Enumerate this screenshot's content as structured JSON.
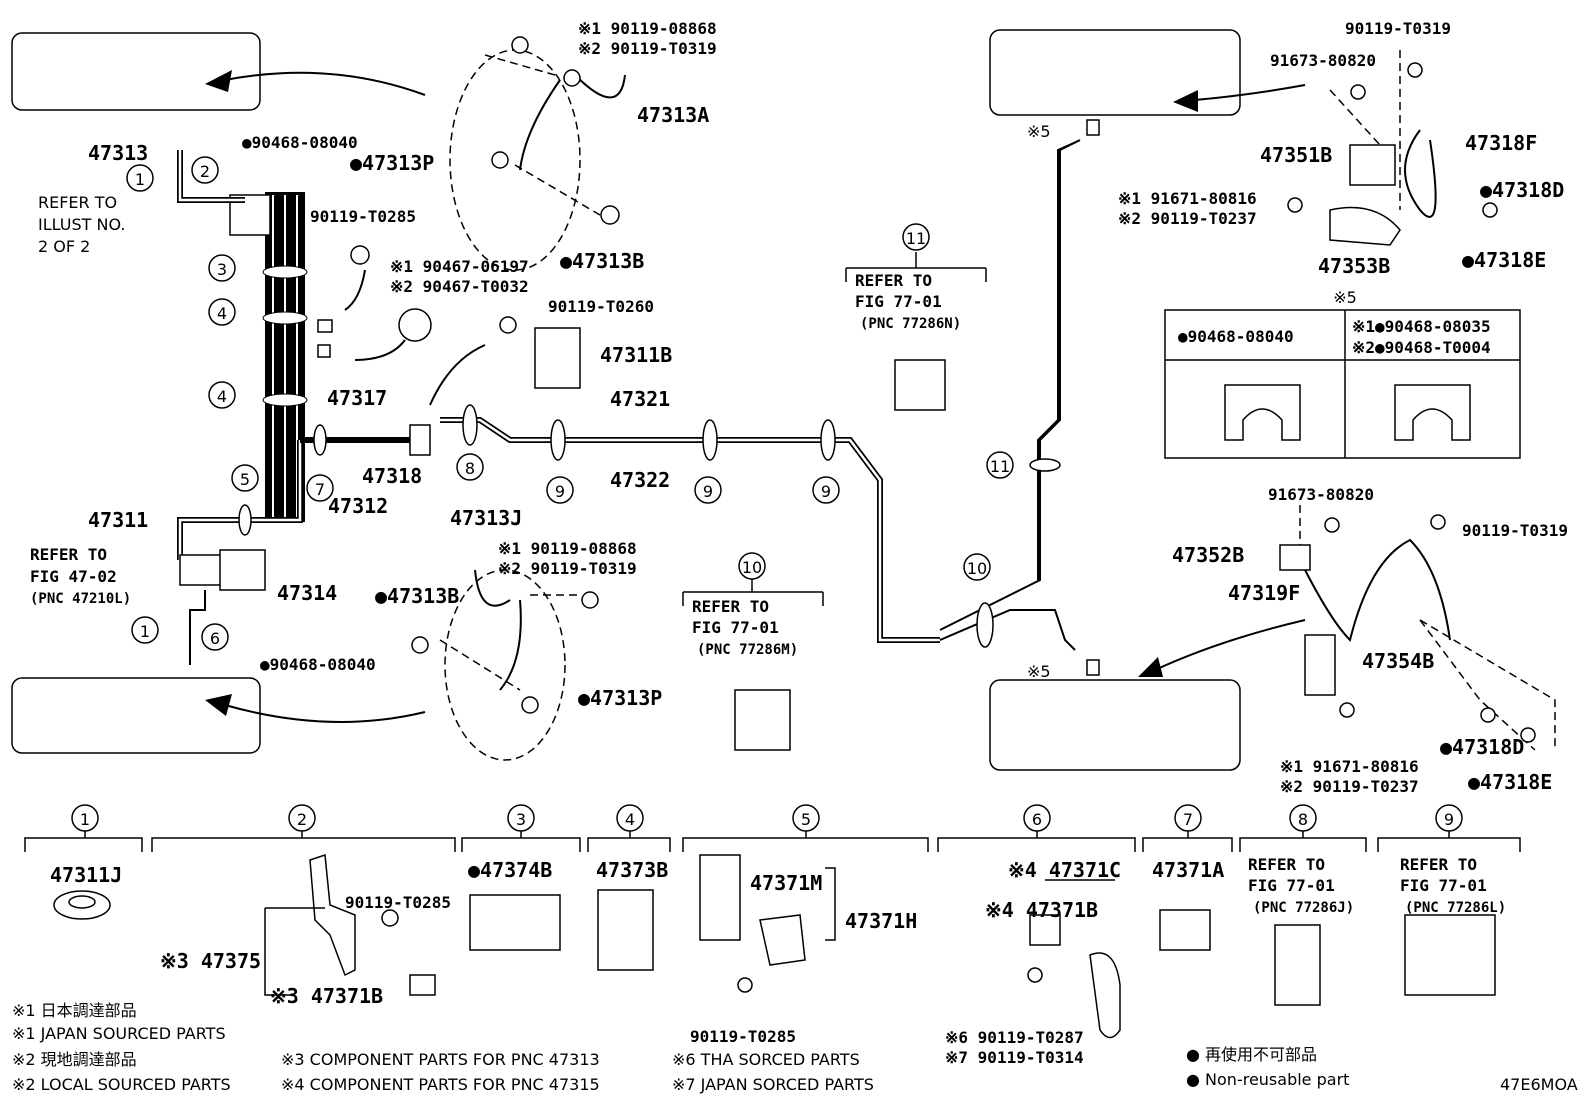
{
  "code": "47E6MOA",
  "parts": {
    "p47313": "47313",
    "p47313A": "47313A",
    "p47313P_top": "●47313P",
    "p47313B_top": "●47313B",
    "p47313J": "47313J",
    "p47313B_bot": "●47313B",
    "p47313P_bot": "●47313P",
    "p47317": "47317",
    "p47318": "47318",
    "p47321": "47321",
    "p47322": "47322",
    "p47311": "47311",
    "p47312": "47312",
    "p47314": "47314",
    "p47311B": "47311B",
    "p47318F": "47318F",
    "p47351B": "47351B",
    "p47318D_top": "●47318D",
    "p47318E_top": "●47318E",
    "p47353B": "47353B",
    "p47352B": "47352B",
    "p47319F": "47319F",
    "p47354B": "47354B",
    "p47318D_bot": "●47318D",
    "p47318E_bot": "●47318E",
    "clip_top": "●90468-08040",
    "clip_bot": "●90468-08040",
    "bolt_0285": "90119-T0285",
    "bolt_0260": "90119-T0260",
    "bolt_top_a1": "※1 90119-08868",
    "bolt_top_a2": "※2 90119-T0319",
    "bolt_mid_1": "※1 90467-06197",
    "bolt_mid_2": "※2 90467-T0032",
    "bolt_j1": "※1 90119-08868",
    "bolt_j2": "※2 90119-T0319",
    "r_0319_top": "90119-T0319",
    "r_80820_top": "91673-80820",
    "r_80816_1": "※1 91671-80816",
    "r_0237_2": "※2 90119-T0237",
    "r_80820_bot": "91673-80820",
    "r_0319_bot": "90119-T0319",
    "r_80816_1b": "※1 91671-80816",
    "r_0237_2b": "※2 90119-T0237",
    "x5a": "※5",
    "x5b": "※5"
  },
  "refers": {
    "illust": [
      "REFER TO",
      "ILLUST NO.",
      "2 OF 2"
    ],
    "fig4702": [
      "REFER TO",
      "FIG 47-02",
      "(PNC 47210L)"
    ],
    "fig11": [
      "REFER TO",
      "FIG 77-01",
      "(PNC 77286N)"
    ],
    "fig10": [
      "REFER TO",
      "FIG 77-01",
      "(PNC 77286M)"
    ],
    "fig8": [
      "REFER TO",
      "FIG 77-01",
      "(PNC 77286J)"
    ],
    "fig9": [
      "REFER TO",
      "FIG 77-01",
      "(PNC 77286L)"
    ]
  },
  "table5": {
    "title": "※5",
    "left": "●90468-08040",
    "right1": "※1●90468-08035",
    "right2": "※2●90468-T0004"
  },
  "callouts": [
    "1",
    "2",
    "3",
    "4",
    "4",
    "5",
    "6",
    "1",
    "7",
    "8",
    "9",
    "9",
    "9",
    "10",
    "11"
  ],
  "legend_items": {
    "c1": "47311J",
    "c2_bolt": "90119-T0285",
    "c2_a": "※3 47375",
    "c2_b": "※3 47371B",
    "c3": "●47374B",
    "c4": "47373B",
    "c5_m": "47371M",
    "c5_h": "47371H",
    "c5_bolt": "90119-T0285",
    "c6_c": "※4 47371C",
    "c6_b": "※4 47371B",
    "c6_b1": "※6 90119-T0287",
    "c6_b2": "※7 90119-T0314",
    "c7": "47371A"
  },
  "legend_nums": [
    "1",
    "2",
    "3",
    "4",
    "5",
    "6",
    "7",
    "8",
    "9"
  ],
  "notes": {
    "n1": "※1 日本調達部品",
    "n1e": "※1 JAPAN SOURCED PARTS",
    "n2": "※2 現地調達部品",
    "n2e": "※2 LOCAL SOURCED PARTS",
    "n3": "※3  COMPONENT PARTS FOR PNC 47313",
    "n4": "※4  COMPONENT PARTS FOR PNC 47315",
    "n6": "※6 THA SORCED PARTS",
    "n7": "※7 JAPAN SORCED PARTS",
    "nr": "● 再使用不可部品",
    "nre": "● Non-reusable part"
  }
}
